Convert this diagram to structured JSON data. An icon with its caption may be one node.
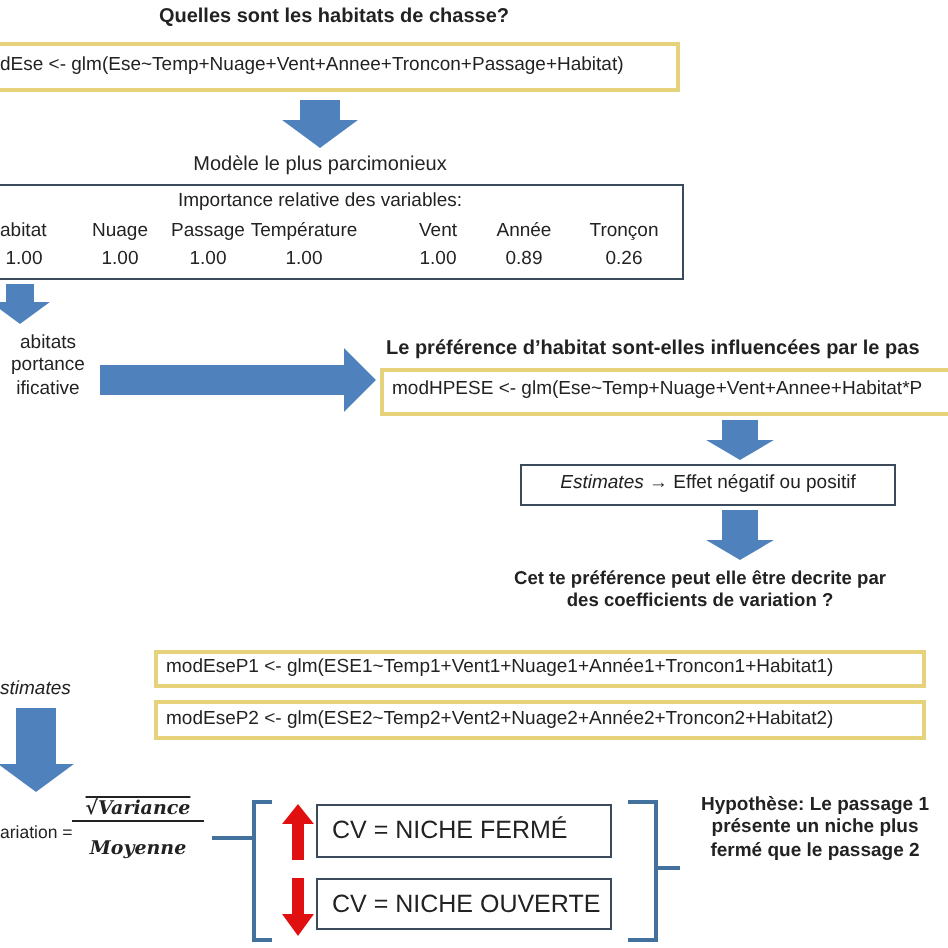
{
  "diagram": {
    "nodes": [
      {
        "text": [
          "Quelles sont les habitats de chasse?",
          "dEse <- glm(Ese~Temp+Nuage+Vent+Annee+Troncon+Passage+Habitat)"
        ]
      },
      {
        "text": [
          "Modèle le plus parcimonieux",
          "Importance relative des variables:",
          "abitat",
          "Nuage",
          "Passage",
          "Température",
          "Vent",
          "Année",
          "Tronçon",
          "1.00",
          "1.00",
          "1.00",
          "1.00",
          "1.00",
          "0.89",
          "0.26"
        ]
      },
      {
        "text": [
          "abitats portance ificative"
        ]
      },
      {
        "text": [
          "Le préférence d’habitat sont-elles influencées par le pas",
          "modHPESE <- glm(Ese~Temp+Nuage+Vent+Annee+Habitat*P"
        ]
      },
      {
        "text": [
          "*Estimates* → Effet négatif ou positif"
        ]
      },
      {
        "text": [
          "Cet te préférence peut elle être decrite par des coefficients de variation ?"
        ]
      },
      {
        "text": [
          "modEseP1 <- glm(ESE1~Temp1+Vent1+Nuage1+Année1+Troncon1+Habitat1)"
        ]
      },
      {
        "text": [
          "modEseP2 <- glm(ESE2~Temp2+Vent2+Nuage2+Année2+Troncon2+Habitat2)"
        ]
      },
      {
        "text": [
          "stimates"
        ]
      },
      {
        "text": [
          "ariation =",
          "√Variance",
          "Moyenne"
        ]
      },
      {
        "text": [
          "CV = NICHE FERMÉ"
        ]
      },
      {
        "text": [
          "CV = NICHE OUVERTE"
        ]
      },
      {
        "text": [
          "Hypothèse: Le passage 1 présente un niche plus fermé que le passage 2"
        ]
      }
    ],
    "edges": [
      {
        "from": 0,
        "to": 1,
        "arrow": "to"
      },
      {
        "from": 1,
        "to": 2,
        "arrow": "to"
      },
      {
        "from": 2,
        "to": 3,
        "arrow": "to"
      },
      {
        "from": 3,
        "to": 4,
        "arrow": "to"
      },
      {
        "from": 4,
        "to": 5,
        "arrow": "to"
      },
      {
        "from": 8,
        "to": 9,
        "arrow": "to"
      }
    ]
  }
}
